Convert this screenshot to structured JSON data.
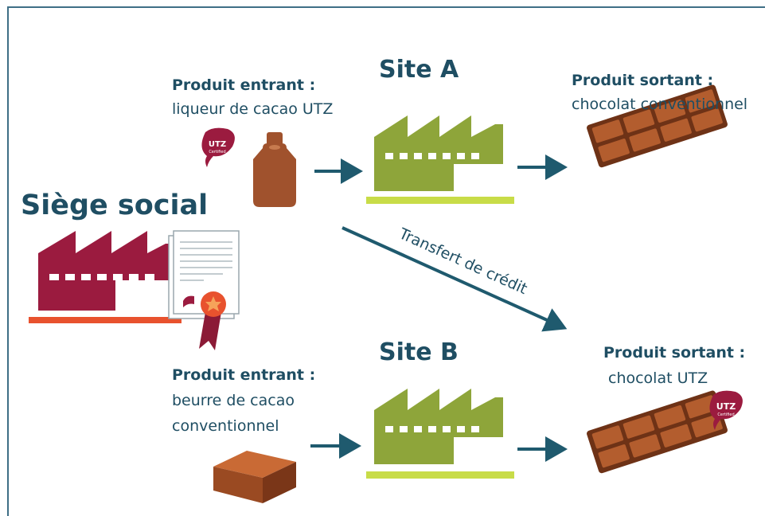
{
  "headquarters": {
    "title": "Siège social"
  },
  "site_a": {
    "title": "Site A",
    "input_heading": "Produit entrant :",
    "input_product": "liqueur de cacao UTZ",
    "output_heading": "Produit sortant :",
    "output_product": "chocolat conventionnel"
  },
  "site_b": {
    "title": "Site B",
    "input_heading": "Produit entrant :",
    "input_product_line1": "beurre de cacao",
    "input_product_line2": "conventionnel",
    "output_heading": "Produit sortant :",
    "output_product": "chocolat UTZ"
  },
  "transfer_label": "Transfert de crédit",
  "utz_logo": {
    "line1": "UTZ",
    "line2": "Certified"
  },
  "colors": {
    "text": "#1f4e63",
    "headquarters_factory": "#9b1b3f",
    "headquarters_base": "#e8522e",
    "site_factory": "#8ea53a",
    "site_base": "#c8dc48",
    "arrow": "#1f5a6e",
    "chocolate": "#a3532a",
    "chocolate_dark": "#6e3216",
    "bottle": "#a0522d"
  }
}
